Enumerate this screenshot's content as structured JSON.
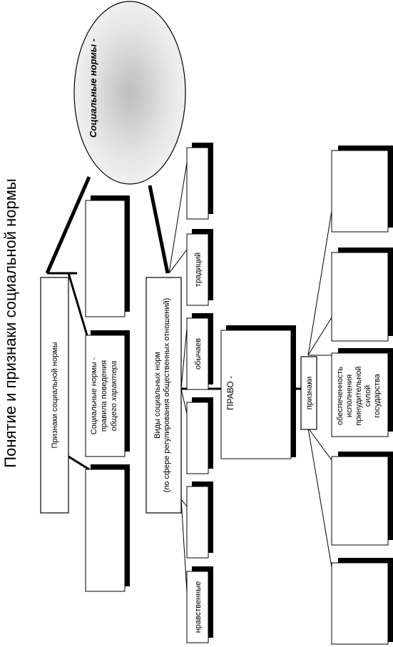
{
  "title": "Понятие и признаки социальной нормы",
  "ellipse_label": "Социальные нормы -",
  "signs": {
    "label": "Признаки социальной нормы",
    "definition_lines": [
      "Социальные нормы -",
      "правила поведения",
      "общего характера"
    ]
  },
  "types": {
    "label_lines": [
      "Виды социальных норм",
      "(по сфере регулирования общественных отношений)"
    ],
    "items": [
      "традиций",
      "обычаев",
      "нравственные"
    ]
  },
  "law": {
    "label": "ПРАВО -",
    "features_label": "признаки",
    "feature_lines": [
      "обеспеченность",
      "исполнения",
      "принудительной",
      "силой",
      "государства"
    ]
  },
  "colors": {
    "stroke": "#000000",
    "shadow": "#000000",
    "fill": "#ffffff",
    "ellipse_fill": "#d9d9d9"
  }
}
